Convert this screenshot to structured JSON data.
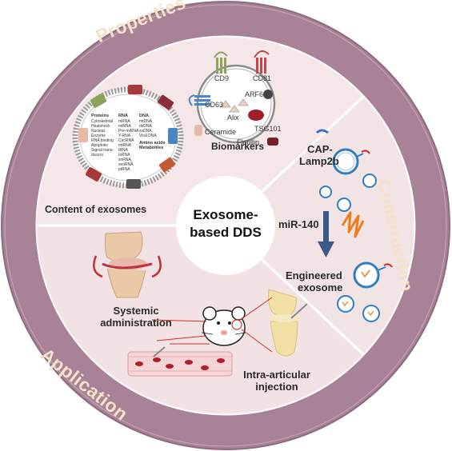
{
  "ring_labels": {
    "properties": "Properties",
    "construction": "Construction",
    "application": "Application"
  },
  "center": {
    "line1": "Exosome-",
    "line2": "based DDS"
  },
  "properties": {
    "content_title": "Content of exosomes",
    "biomarkers_title": "Biomarkers",
    "markers": [
      "CD9",
      "CD81",
      "CD63",
      "ARF6",
      "Alix",
      "TSG101",
      "Ceramide",
      "Flotillin"
    ],
    "content_columns": {
      "proteins": {
        "header": "Proteins",
        "items": [
          "Cytoskeletal",
          "Heatshock",
          "Nuclear",
          "Enzyme",
          "RNA binding",
          "Apoptotic",
          "Signal trans-",
          "ducers"
        ]
      },
      "rna": {
        "header": "RNA",
        "items": [
          "mRNA",
          "miRNA",
          "Pre-miRNA",
          "Y-RNA",
          "CircRNA",
          "mtRNA",
          "tRNA",
          "tsRNA",
          "snRNA",
          "snoRNA",
          "piRNA"
        ]
      },
      "dna": {
        "header": "DNA",
        "items": [
          "mtDNA",
          "dsDNA",
          "ssDNA",
          "Viral DNA"
        ]
      },
      "amino": "Amino acids",
      "metabolites": "Metabolites"
    }
  },
  "construction": {
    "cap_line1": "CAP-",
    "cap_line2": "Lamp2b",
    "mir": "miR-140",
    "engineered_line1": "Engineered",
    "engineered_line2": "exosome"
  },
  "application": {
    "systemic_line1": "Systemic",
    "systemic_line2": "administration",
    "intra_line1": "Intra-articular",
    "intra_line2": "injection"
  },
  "colors": {
    "outer_ring": "#a88296",
    "outer_ring_border": "#8e6a7e",
    "inner_bg": "#f3e2e4",
    "divider": "#ffffff",
    "ring_text": "#f6e2c8",
    "arrow": "#3a5a8c",
    "vesicle_ring": "#2f7fc0",
    "cap_peptide": "#3b73c4",
    "mir_wave": "#f07c1e"
  }
}
